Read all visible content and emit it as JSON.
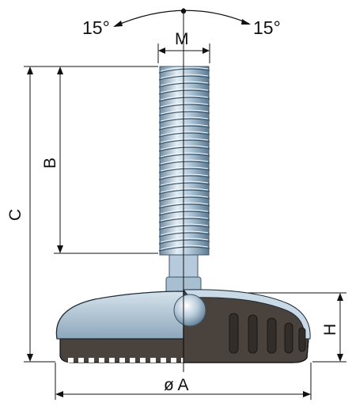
{
  "labels": {
    "tilt_left": "15°",
    "tilt_right": "15°",
    "thread": "M",
    "length_c": "C",
    "length_b": "B",
    "height_h": "H",
    "diameter_a": "ø A"
  },
  "colors": {
    "line": "#111111",
    "stud_light": "#d9e6ef",
    "stud_mid": "#9fb8cb",
    "stud_dark": "#5d7a92",
    "base_cover": "#9db3c6",
    "base_cover_light": "#c9d9e6",
    "rubber": "#4a423d",
    "rubber_dark": "#332d29"
  }
}
